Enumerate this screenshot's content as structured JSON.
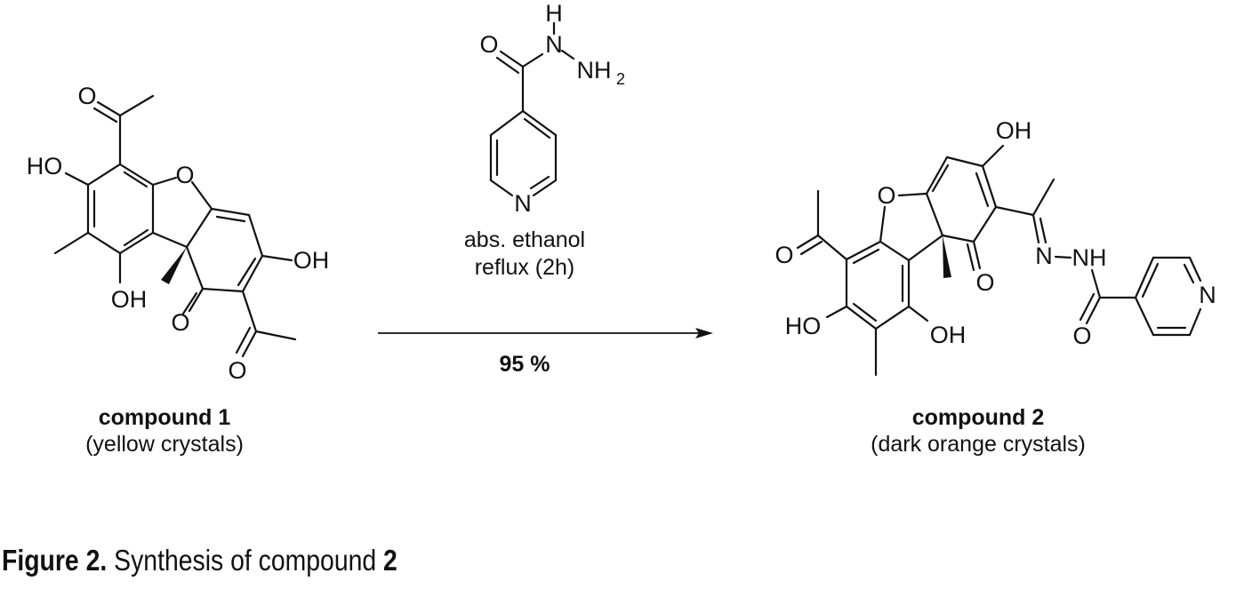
{
  "reagent": {
    "atoms": [
      "O",
      "N",
      "H",
      "NH",
      "2",
      "N"
    ],
    "conditions": [
      "abs. ethanol",
      "reflux (2h)"
    ],
    "yield": "95 %"
  },
  "compound1": {
    "name": "compound 1",
    "description": "(yellow crystals)",
    "atoms": [
      "O",
      "HO",
      "OH",
      "O",
      "OH",
      "O",
      "O"
    ]
  },
  "compound2": {
    "name": "compound 2",
    "description": "(dark orange crystals)",
    "atoms": [
      "OH",
      "O",
      "O",
      "HO",
      "OH",
      "O",
      "N",
      "NH",
      "O",
      "N"
    ]
  },
  "caption": {
    "label": "Figure 2.",
    "text": " Synthesis of compound ",
    "ref": "2"
  }
}
